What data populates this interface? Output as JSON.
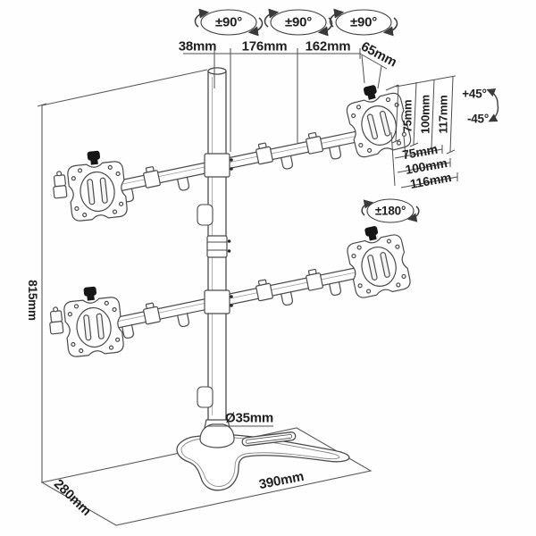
{
  "page": {
    "background": "#fefefe",
    "line_color": "#4a4a4a",
    "text_color": "#1f1f1f",
    "knob_color": "#161616"
  },
  "badges": {
    "swivel": [
      "±90°",
      "±90°",
      "±90°"
    ],
    "tilt_up": "+45°",
    "tilt_down": "-45°",
    "rotate": "±180°"
  },
  "top_dims": {
    "pole_top": "38mm",
    "span_inner": "176mm",
    "span_outer": "162mm",
    "head_offset": "65mm"
  },
  "vesa_dims": {
    "vertical": [
      "75mm",
      "100mm",
      "117mm"
    ],
    "horizontal": [
      "75mm",
      "100mm",
      "116mm"
    ]
  },
  "overall_dims": {
    "height": "815mm",
    "pole_diameter": "Ø35mm",
    "base_width": "390mm",
    "base_depth": "280mm"
  }
}
